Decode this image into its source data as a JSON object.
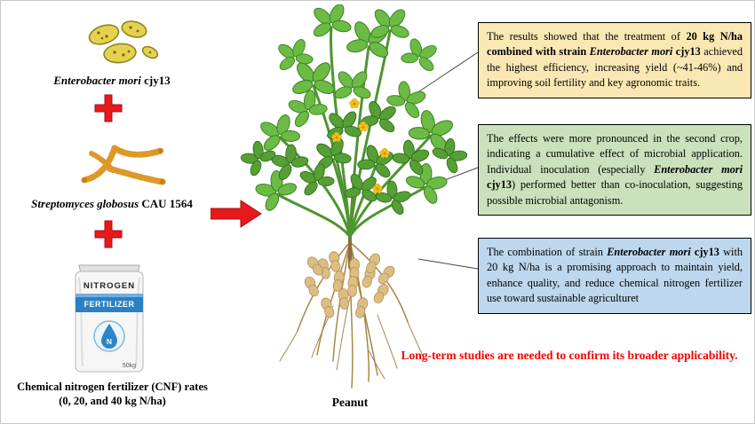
{
  "left_panel": {
    "microbe1_label": [
      {
        "text": "Enterobacter mori",
        "bold": true,
        "italic": true
      },
      {
        "text": " cjy13",
        "bold": true
      }
    ],
    "microbe2_label": [
      {
        "text": "Streptomyces globosus",
        "bold": true,
        "italic": true
      },
      {
        "text": " CAU 1564",
        "bold": true
      }
    ],
    "fertilizer_bag": {
      "top_text": "NITROGEN",
      "band_text": "FERTILIZER",
      "logo_letter": "N",
      "weight_text": "50kg"
    },
    "cnf_label_line1": "Chemical nitrogen fertilizer (CNF) rates",
    "cnf_label_line2": "(0, 20, and 40 kg N/ha)"
  },
  "plant": {
    "label": "Peanut"
  },
  "findings": [
    {
      "bg": "#FAE8B4",
      "segments": [
        {
          "text": "The results showed that the treatment of ",
          "bold": false
        },
        {
          "text": "20 kg N/ha combined with strain ",
          "bold": true
        },
        {
          "text": "Enterobacter mori",
          "bold": true,
          "italic": true
        },
        {
          "text": " cjy13",
          "bold": true
        },
        {
          "text": " achieved the highest efficiency, increasing yield (~41-46%) and improving soil fertility and key agronomic traits.",
          "bold": false
        }
      ]
    },
    {
      "bg": "#C9E2BB",
      "segments": [
        {
          "text": "The effects were more pronounced in the second crop, indicating a cumulative effect of microbial application. Individual inoculation (especially ",
          "bold": false
        },
        {
          "text": "Enterobacter mori",
          "bold": true,
          "italic": true
        },
        {
          "text": " cjy13",
          "bold": true
        },
        {
          "text": ") performed better than co-inoculation, suggesting possible microbial antagonism.",
          "bold": false
        }
      ]
    },
    {
      "bg": "#BDD7EE",
      "segments": [
        {
          "text": "The combination of strain ",
          "bold": false
        },
        {
          "text": "Enterobacter mori",
          "bold": true,
          "italic": true
        },
        {
          "text": " cjy13",
          "bold": true
        },
        {
          "text": " with 20 kg N/ha is a promising approach to maintain yield, enhance quality, and reduce chemical nitrogen fertilizer use toward sustainable agriculturet",
          "bold": false
        }
      ]
    }
  ],
  "footnote": {
    "text": "Long-term studies are needed to confirm its broader applicability.",
    "color": "#FF0000"
  },
  "colors": {
    "accent_red": "#E8191C",
    "box1_bg": "#FAE8B4",
    "box2_bg": "#C9E2BB",
    "box3_bg": "#BDD7EE"
  }
}
